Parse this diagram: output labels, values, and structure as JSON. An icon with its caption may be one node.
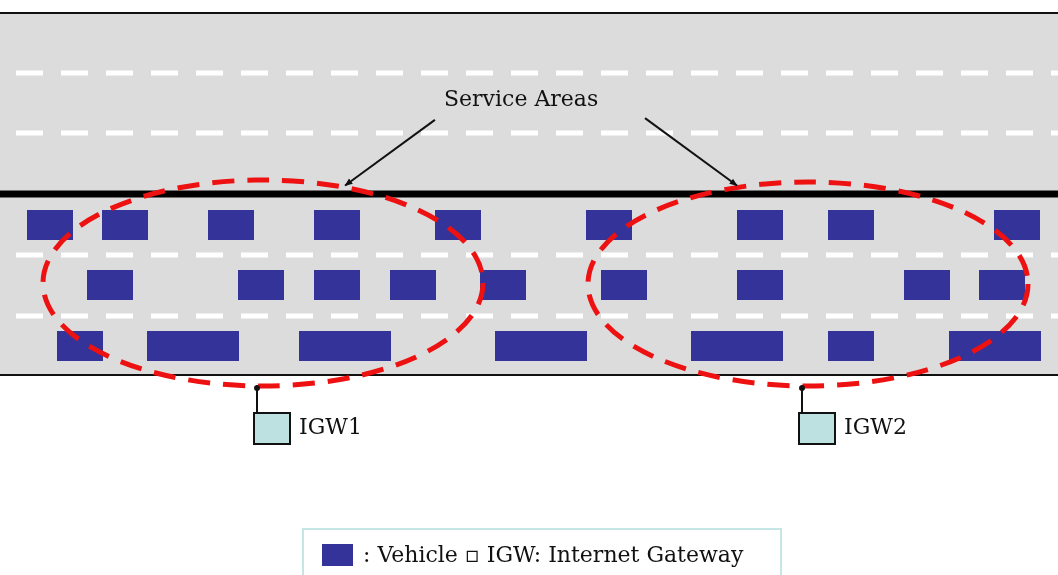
{
  "diagram": {
    "nodes": [
      {
        "text": [
          "Service Areas"
        ]
      },
      {
        "text": [],
        "shape": "ellipse"
      },
      {
        "text": [],
        "shape": "ellipse"
      },
      {
        "text": [],
        "shape": "box",
        "beside": [
          "IGW1"
        ]
      },
      {
        "text": [],
        "shape": "box",
        "beside": [
          "IGW2"
        ]
      }
    ],
    "edges": [
      {
        "from": 0,
        "to": 1,
        "arrow": "to"
      },
      {
        "from": 0,
        "to": 2,
        "arrow": "to"
      },
      {
        "from": 3,
        "to": 1,
        "arrow": "other"
      },
      {
        "from": 4,
        "to": 2,
        "arrow": "other"
      }
    ],
    "legend": [
      {
        "text": ": Vehicle ▫ IGW: Internet Gateway",
        "color": "#333399"
      }
    ]
  }
}
